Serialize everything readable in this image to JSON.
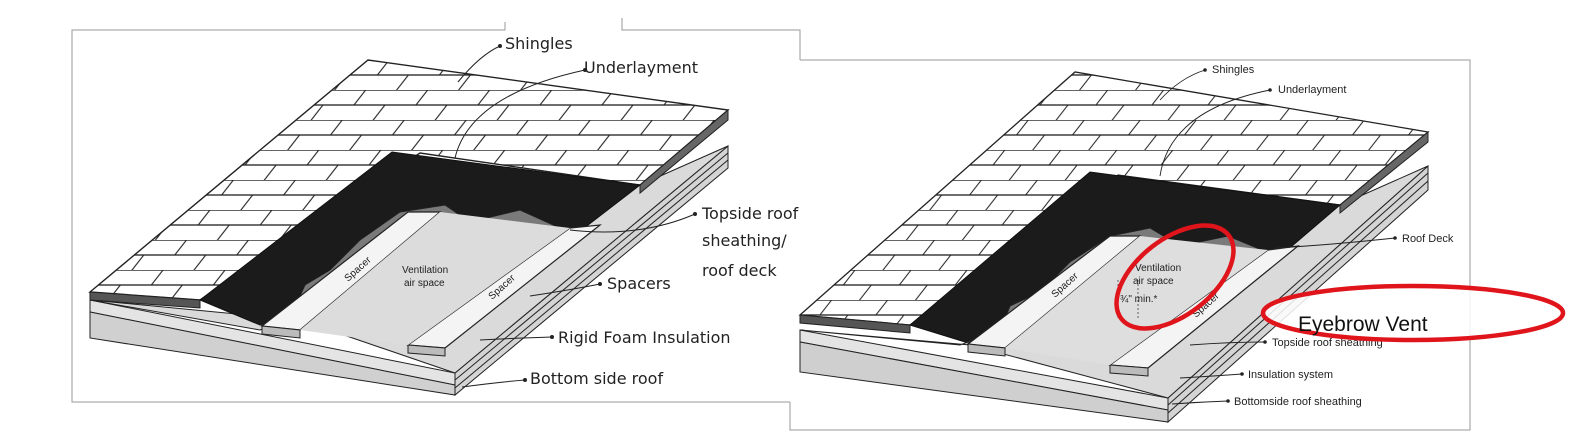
{
  "left_diagram": {
    "labels": {
      "shingles": "Shingles",
      "underlayment": "Underlayment",
      "topside_1": "Topside roof",
      "topside_2": "sheathing/",
      "topside_3": "roof deck",
      "spacers": "Spacers",
      "rigid_foam": "Rigid Foam Insulation",
      "bottom_side": "Bottom side roof",
      "spacer_left": "Spacer",
      "spacer_right": "Spacer",
      "vent_1": "Ventilation",
      "vent_2": "air space"
    }
  },
  "right_diagram": {
    "labels": {
      "shingles": "Shingles",
      "underlayment": "Underlayment",
      "roof_deck": "Roof Deck",
      "topside_sheathing": "Topside roof sheathing",
      "insulation_system": "Insulation system",
      "bottomside_sheathing": "Bottomside roof sheathing",
      "spacer_left": "Spacer",
      "spacer_right": "Spacer",
      "vent_1": "Ventilation",
      "vent_2": "air space",
      "min_gap": "¾\" min.*"
    },
    "annotation": {
      "eyebrow_vent": "Eyebrow Vent",
      "highlight_color": "#e0141b"
    }
  }
}
